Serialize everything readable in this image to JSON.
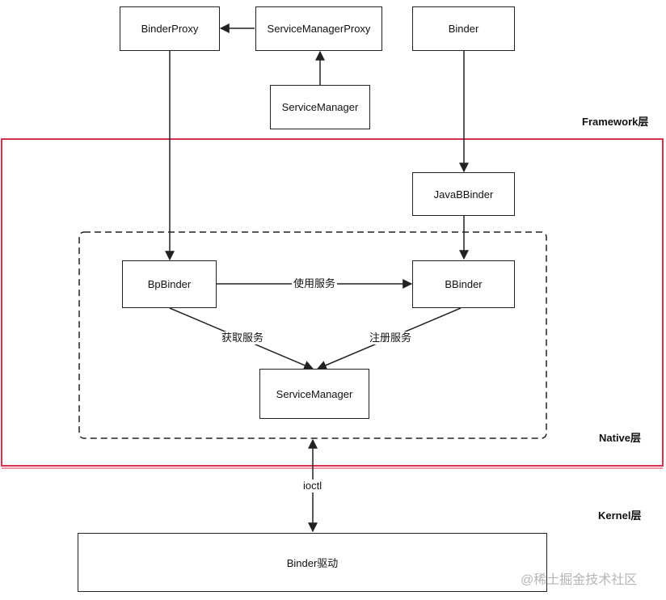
{
  "nodes": {
    "binder_proxy": "BinderProxy",
    "service_manager_proxy": "ServiceManagerProxy",
    "binder": "Binder",
    "service_manager_fw": "ServiceManager",
    "java_bbinder": "JavaBBinder",
    "bp_binder": "BpBinder",
    "bbinder": "BBinder",
    "service_manager_native": "ServiceManager",
    "binder_driver": "Binder驱动"
  },
  "edge_labels": {
    "use_service": "使用服务",
    "get_service": "获取服务",
    "register_service": "注册服务",
    "ioctl": "ioctl"
  },
  "layers": {
    "framework": "Framework层",
    "native": "Native层",
    "kernel": "Kernel层"
  },
  "watermark": "@稀土掘金技术社区",
  "colors": {
    "native_frame": "#d6314f",
    "line": "#222222"
  }
}
